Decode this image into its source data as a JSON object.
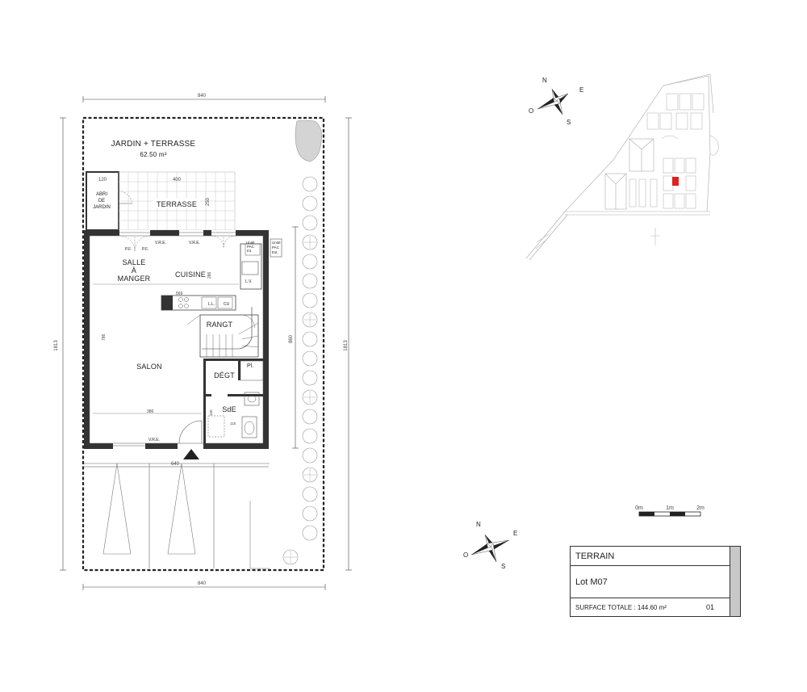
{
  "plan": {
    "garden_label": "JARDIN + TERRASSE",
    "garden_area": "62.50 m²",
    "shed_label_1": "ABRI",
    "shed_label_2": "DE",
    "shed_label_3": "JARDIN",
    "terrace_label": "TERRASSE",
    "dining_label_1": "SALLE",
    "dining_label_2": "À",
    "dining_label_3": "MANGER",
    "kitchen_label": "CUISINE",
    "storage_label": "RANGT",
    "living_label": "SALON",
    "hall_label": "DÉGT",
    "cupboard_label": "Pl.",
    "bathroom_label": "SdE",
    "pac_label_1": "Unité",
    "pac_label_2": "PAC",
    "pac_label_3": "Ext.",
    "pac_int_1": "Unité",
    "pac_int_2": "PAC",
    "pac_int_3": "Int.",
    "lv_label": "L.V.",
    "ll_label": "L.L.",
    "cu_label": "CU",
    "vre_label": "V.R.E.",
    "pf_label": "P.F.",
    "dims": {
      "top": "840",
      "bottom": "840",
      "left": "1813",
      "right": "1813",
      "shed_w": "120",
      "terrace_w": "400",
      "terrace_d": "250",
      "kitchen_w": "569",
      "kitchen_d": "286",
      "living_h": "786",
      "house_h": "860",
      "living_w": "386",
      "house_w": "640",
      "bath_w": "115",
      "bath_d": "150"
    }
  },
  "compass": {
    "north": "N",
    "east": "E",
    "south": "S",
    "west": "O"
  },
  "scale_bar": {
    "t0": "0m",
    "t1": "1m",
    "t2": "2m"
  },
  "title_block": {
    "title": "TERRAIN",
    "lot": "Lot M07",
    "surface": "SURFACE TOTALE : 144.60 m²",
    "sheet": "01"
  },
  "colors": {
    "wall": "#333333",
    "highlight_lot": "#e02020",
    "panel_grey": "#c8c8c8"
  }
}
